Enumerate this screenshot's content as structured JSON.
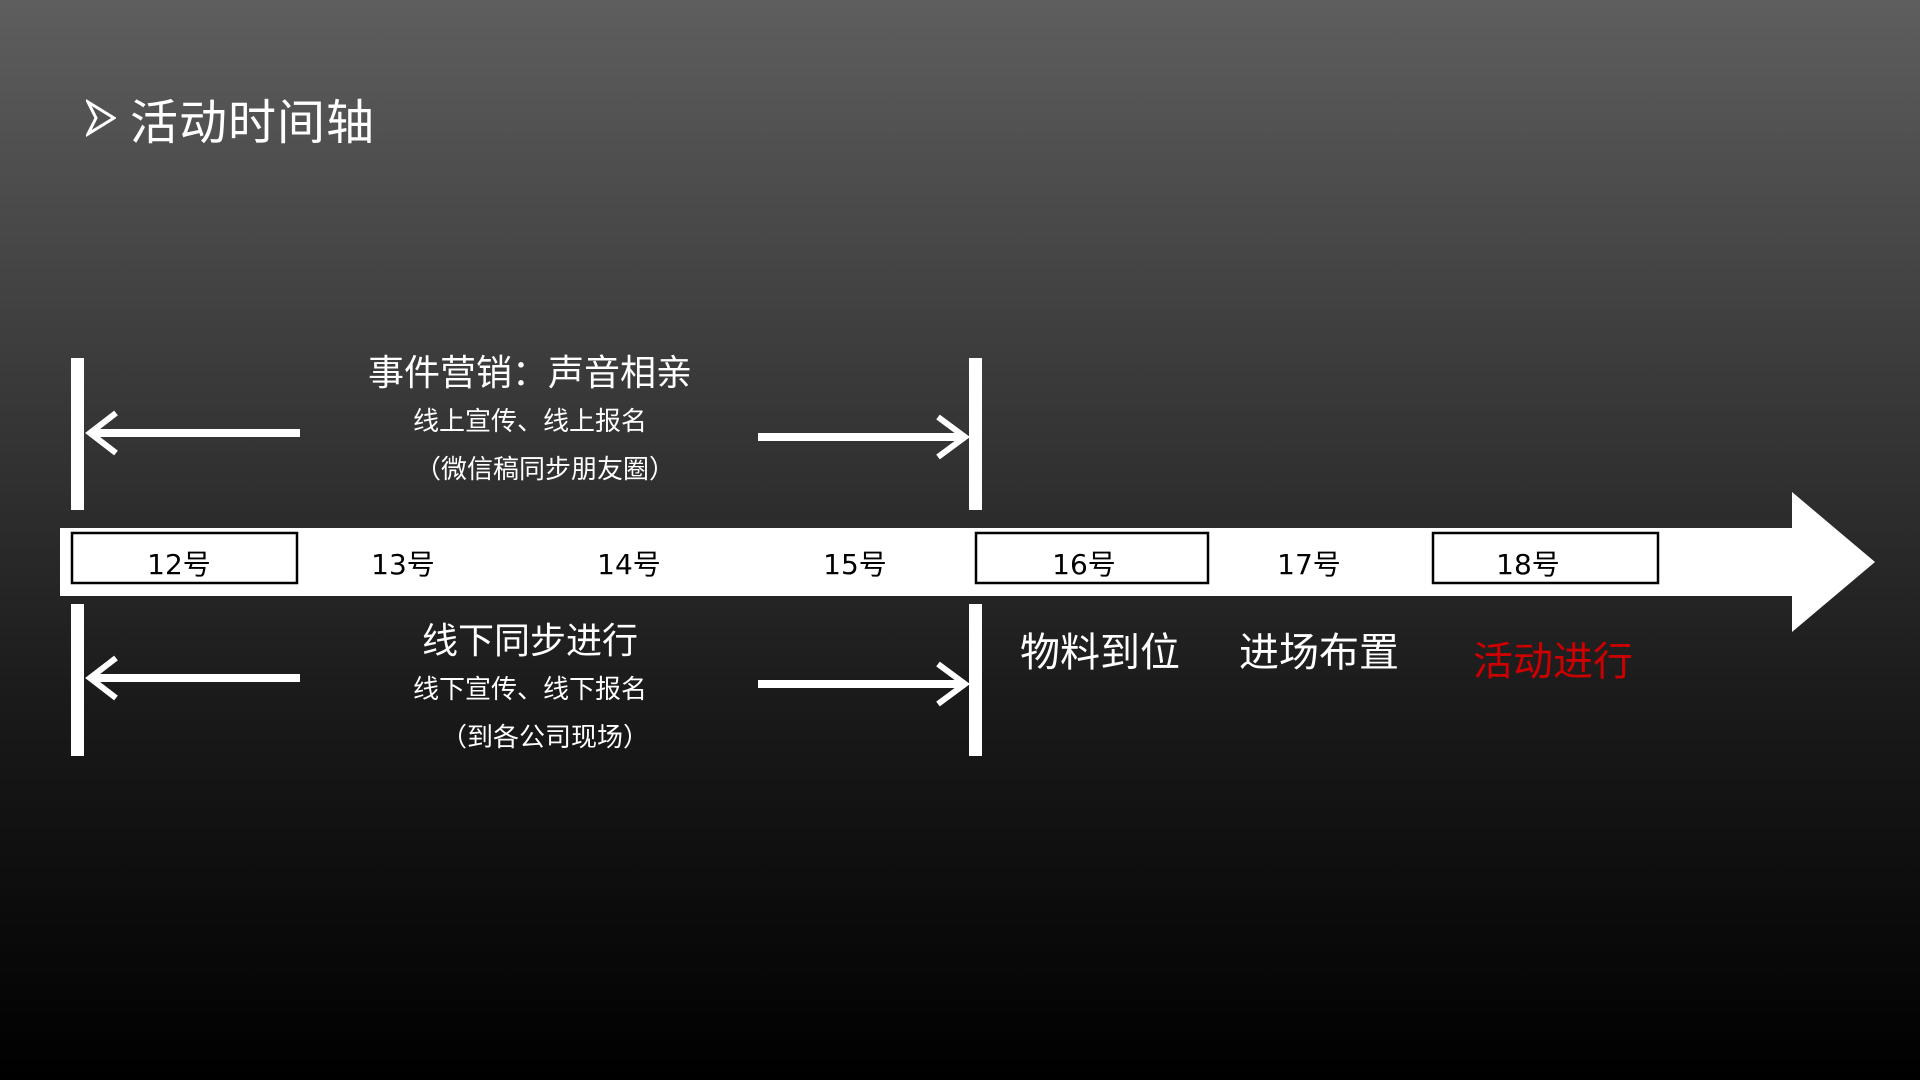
{
  "title": "活动时间轴",
  "colors": {
    "highlight": "#cc0000",
    "timeline": "#ffffff",
    "day_text": "#000000"
  },
  "days": [
    "12号",
    "13号",
    "14号",
    "15号",
    "16号",
    "17号",
    "18号"
  ],
  "boxed_days": [
    "12号",
    "16号",
    "18号"
  ],
  "online_phase": {
    "title": "事件营销：声音相亲",
    "line1": "线上宣传、线上报名",
    "line2": "（微信稿同步朋友圈）"
  },
  "offline_phase": {
    "title": "线下同步进行",
    "line1": "线下宣传、线下报名",
    "line2": "（到各公司现场）"
  },
  "stages": [
    "物料到位",
    "进场布置",
    "活动进行"
  ]
}
